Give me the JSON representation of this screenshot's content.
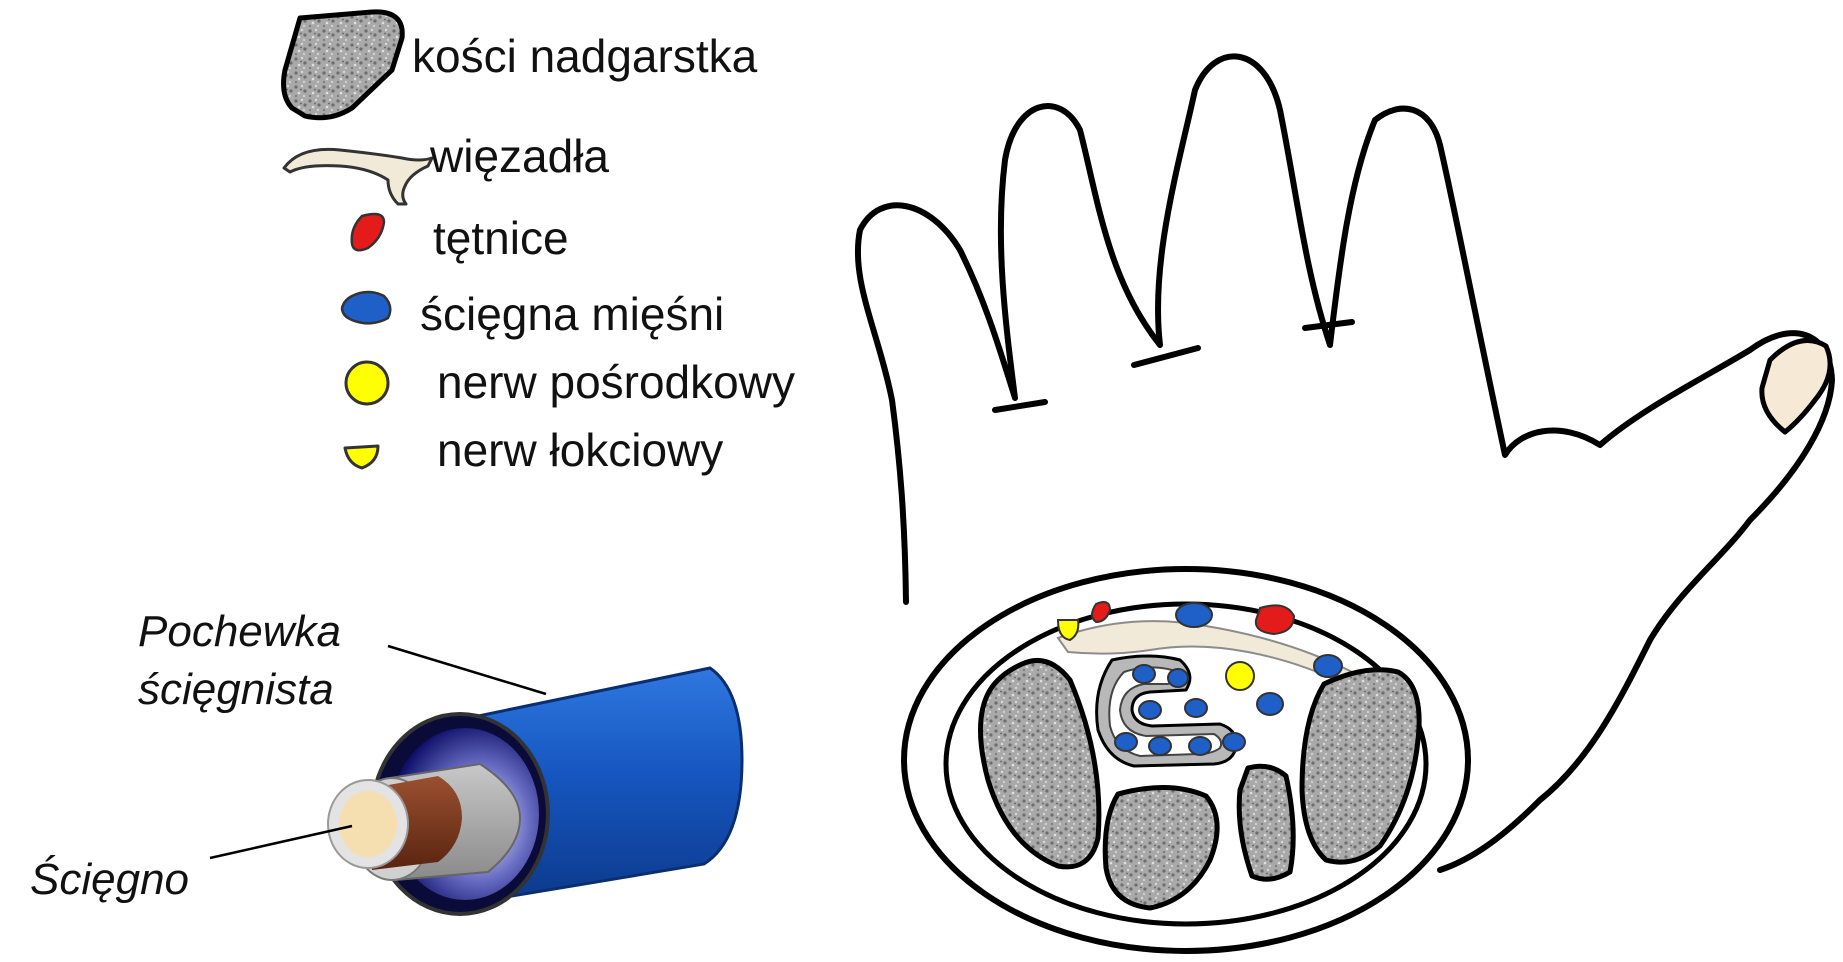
{
  "legend": {
    "items": [
      {
        "id": "bones",
        "label": "kości nadgarstka",
        "icon": "bone-icon",
        "color": "#8c8c8c"
      },
      {
        "id": "ligaments",
        "label": "więzadła",
        "icon": "ligament-icon",
        "color": "#f2ead8"
      },
      {
        "id": "arteries",
        "label": "tętnice",
        "icon": "artery-icon",
        "color": "#e41b1b"
      },
      {
        "id": "tendons",
        "label": "ścięgna mięśni",
        "icon": "tendon-icon",
        "color": "#1f5fc8"
      },
      {
        "id": "median-nerve",
        "label": "nerw pośrodkowy",
        "icon": "median-nerve-icon",
        "color": "#ffff00"
      },
      {
        "id": "ulnar-nerve",
        "label": "nerw łokciowy",
        "icon": "ulnar-nerve-icon",
        "color": "#ffff00"
      }
    ]
  },
  "tendon_sheath": {
    "sheath_label_line1": "Pochewka",
    "sheath_label_line2": "ścięgnista",
    "tendon_label": "Ścięgno",
    "sheath_color": "#1f5fc8",
    "tendon_color": "#7a3a20"
  },
  "hand": {
    "outline_color": "#000000",
    "bone_color": "#8c8c8c",
    "ligament_color": "#f2ead8"
  }
}
